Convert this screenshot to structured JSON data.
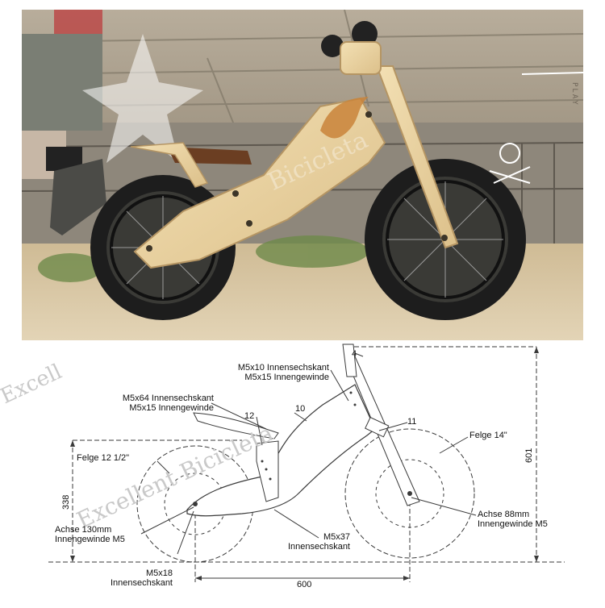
{
  "watermark": {
    "brand": "Excellent Bicicleta",
    "photo_mark": "Bicicleta",
    "top_mark": "Excell"
  },
  "photo": {
    "side_tag": "PLAY"
  },
  "diagram": {
    "labels": {
      "top_screw_line1": "M5x10 Innensechskant",
      "top_screw_line2": "M5x15 Innengewinde",
      "mid_screw_line1": "M5x64 Innensechskant",
      "mid_screw_line2": "M5x15 Innengewinde",
      "front_rim": "Felge 14\"",
      "rear_rim": "Felge 12 1/2\"",
      "rear_axle_line1": "Achse  130mm",
      "rear_axle_line2": "Innengewinde M5",
      "front_axle_line1": "Achse 88mm",
      "front_axle_line2": "Innengewinde M5",
      "bottom_screw_line1": "M5x37",
      "bottom_screw_line2": "Innensechskant",
      "left_screw_line1": "M5x18",
      "left_screw_line2": "Innensechskant"
    },
    "part_numbers": {
      "p4": "4",
      "p10": "10",
      "p11": "11",
      "p12": "12"
    },
    "dimensions": {
      "height": "601",
      "seat_height": "338",
      "wheelbase": "600"
    }
  },
  "colors": {
    "line": "#3a3a3a",
    "frame_fill": "#ffffff",
    "photo_sand": "#d9c6a2",
    "photo_wood": "#a29a8a",
    "bike_wood": "#e8cf9c"
  }
}
